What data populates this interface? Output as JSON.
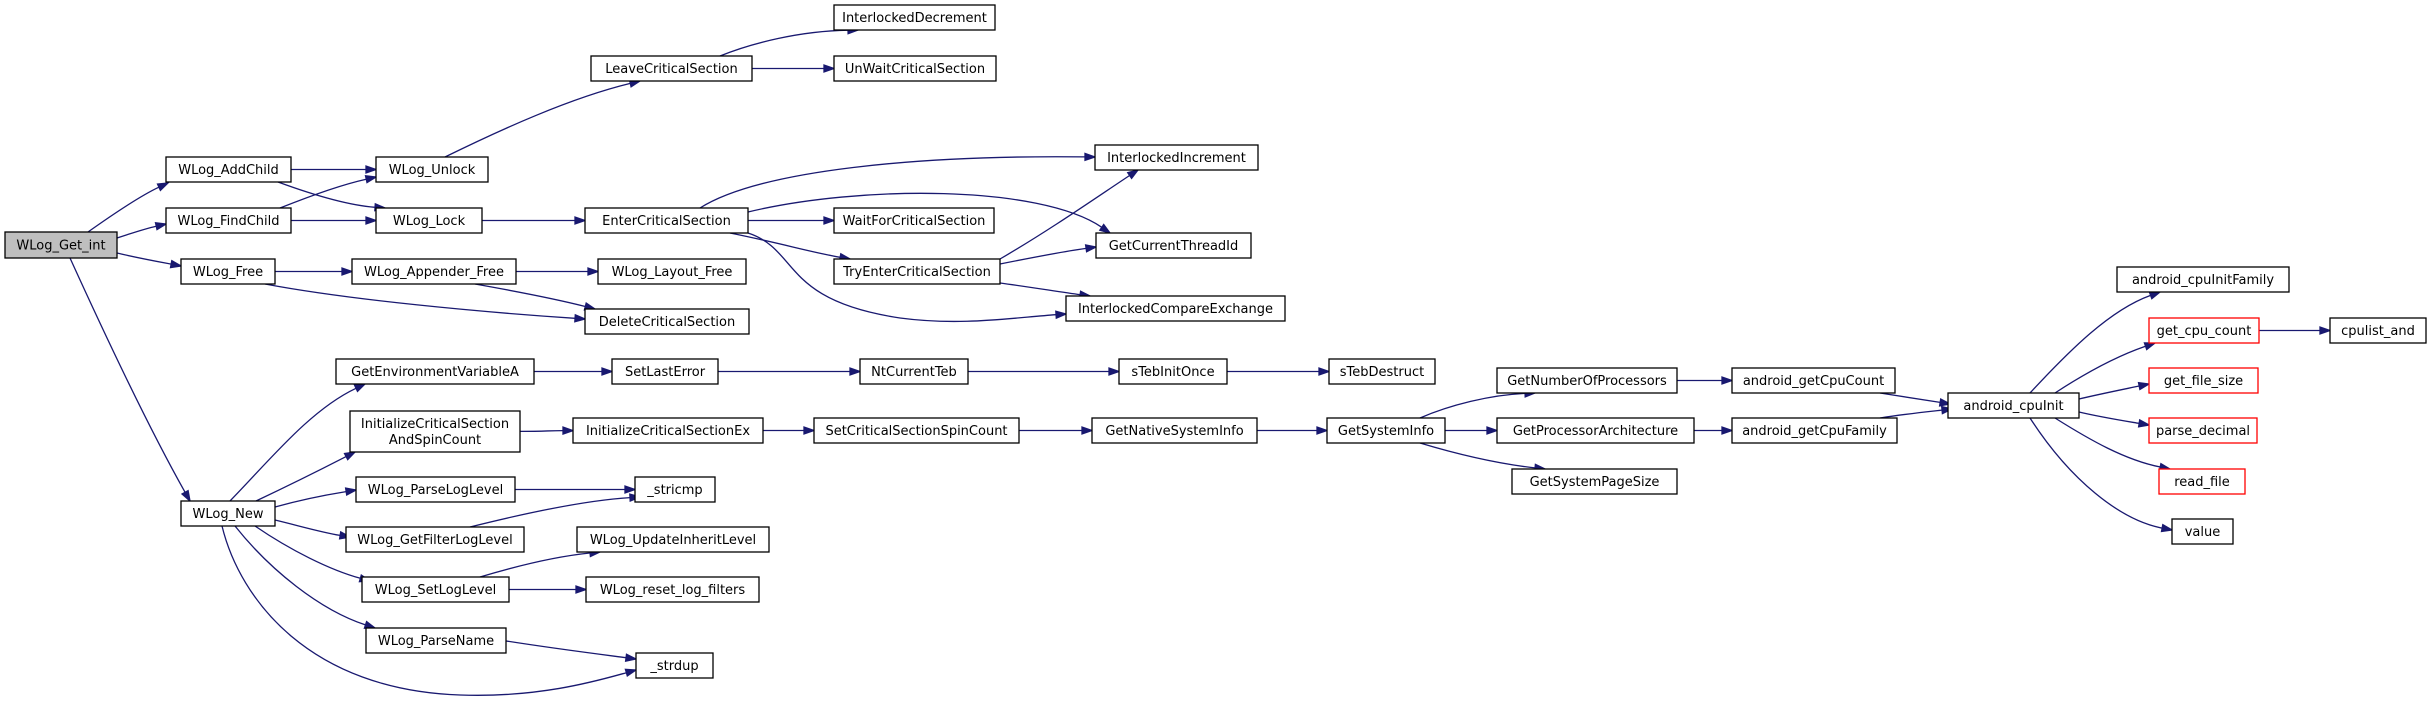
{
  "graph": {
    "nodes": {
      "wlog_get_int": {
        "label": "WLog_Get_int",
        "style": "root"
      },
      "wlog_addchild": {
        "label": "WLog_AddChild"
      },
      "wlog_findchild": {
        "label": "WLog_FindChild"
      },
      "wlog_free": {
        "label": "WLog_Free"
      },
      "wlog_new": {
        "label": "WLog_New"
      },
      "wlog_unlock": {
        "label": "WLog_Unlock"
      },
      "wlog_lock": {
        "label": "WLog_Lock"
      },
      "leavecriticalsection": {
        "label": "LeaveCriticalSection"
      },
      "interlockeddecrement": {
        "label": "InterlockedDecrement"
      },
      "unwaitcriticalsection": {
        "label": "UnWaitCriticalSection"
      },
      "entercriticalsection": {
        "label": "EnterCriticalSection"
      },
      "interlockedincrement": {
        "label": "InterlockedIncrement"
      },
      "waitforcriticalsection": {
        "label": "WaitForCriticalSection"
      },
      "getcurrentthreadid": {
        "label": "GetCurrentThreadId"
      },
      "tryentercriticalsection": {
        "label": "TryEnterCriticalSection"
      },
      "interlockedcompareexchange": {
        "label": "InterlockedCompareExchange"
      },
      "wlog_appender_free": {
        "label": "WLog_Appender_Free"
      },
      "wlog_layout_free": {
        "label": "WLog_Layout_Free"
      },
      "deletecriticalsection": {
        "label": "DeleteCriticalSection"
      },
      "getenvironmentvariablea": {
        "label": "GetEnvironmentVariableA"
      },
      "setlasterror": {
        "label": "SetLastError"
      },
      "ntcurrentteb": {
        "label": "NtCurrentTeb"
      },
      "steb_init_once": {
        "label": "sTebInitOnce"
      },
      "steb_destruct": {
        "label": "sTebDestruct"
      },
      "initcs_spincount": {
        "label": "InitializeCriticalSection\nAndSpinCount"
      },
      "initcs_ex": {
        "label": "InitializeCriticalSectionEx"
      },
      "setcs_spincount": {
        "label": "SetCriticalSectionSpinCount"
      },
      "getnativesysteminfo": {
        "label": "GetNativeSystemInfo"
      },
      "getsysteminfo": {
        "label": "GetSystemInfo"
      },
      "getnumberofprocessors": {
        "label": "GetNumberOfProcessors"
      },
      "getprocessorarchitecture": {
        "label": "GetProcessorArchitecture"
      },
      "getsystempagesize": {
        "label": "GetSystemPageSize"
      },
      "android_getcpucount": {
        "label": "android_getCpuCount"
      },
      "android_getcpufamily": {
        "label": "android_getCpuFamily"
      },
      "android_cpuinit": {
        "label": "android_cpuInit"
      },
      "android_cpuinitfamily": {
        "label": "android_cpuInitFamily"
      },
      "get_cpu_count": {
        "label": "get_cpu_count",
        "style": "truncated"
      },
      "cpulist_and": {
        "label": "cpulist_and"
      },
      "get_file_size": {
        "label": "get_file_size",
        "style": "truncated"
      },
      "parse_decimal": {
        "label": "parse_decimal",
        "style": "truncated"
      },
      "read_file": {
        "label": "read_file",
        "style": "truncated"
      },
      "value": {
        "label": "value"
      },
      "wlog_parseloglevel": {
        "label": "WLog_ParseLogLevel"
      },
      "stricmp": {
        "label": "_stricmp"
      },
      "wlog_getfilterloglevel": {
        "label": "WLog_GetFilterLogLevel"
      },
      "wlog_updateinheritlevel": {
        "label": "WLog_UpdateInheritLevel"
      },
      "wlog_setloglevel": {
        "label": "WLog_SetLogLevel"
      },
      "wlog_reset_log_filters": {
        "label": "WLog_reset_log_filters"
      },
      "wlog_parsename": {
        "label": "WLog_ParseName"
      },
      "strdup": {
        "label": "_strdup"
      }
    },
    "edges": [
      [
        "wlog_get_int",
        "wlog_addchild"
      ],
      [
        "wlog_get_int",
        "wlog_findchild"
      ],
      [
        "wlog_get_int",
        "wlog_free"
      ],
      [
        "wlog_get_int",
        "wlog_new"
      ],
      [
        "wlog_addchild",
        "wlog_unlock"
      ],
      [
        "wlog_addchild",
        "wlog_lock"
      ],
      [
        "wlog_findchild",
        "wlog_unlock"
      ],
      [
        "wlog_findchild",
        "wlog_lock"
      ],
      [
        "wlog_unlock",
        "leavecriticalsection"
      ],
      [
        "leavecriticalsection",
        "interlockeddecrement"
      ],
      [
        "leavecriticalsection",
        "unwaitcriticalsection"
      ],
      [
        "wlog_lock",
        "entercriticalsection"
      ],
      [
        "entercriticalsection",
        "interlockedincrement"
      ],
      [
        "entercriticalsection",
        "getcurrentthreadid"
      ],
      [
        "entercriticalsection",
        "waitforcriticalsection"
      ],
      [
        "entercriticalsection",
        "tryentercriticalsection"
      ],
      [
        "entercriticalsection",
        "interlockedcompareexchange"
      ],
      [
        "tryentercriticalsection",
        "interlockedincrement"
      ],
      [
        "tryentercriticalsection",
        "getcurrentthreadid"
      ],
      [
        "tryentercriticalsection",
        "interlockedcompareexchange"
      ],
      [
        "wlog_free",
        "wlog_appender_free"
      ],
      [
        "wlog_free",
        "deletecriticalsection"
      ],
      [
        "wlog_appender_free",
        "wlog_layout_free"
      ],
      [
        "wlog_appender_free",
        "deletecriticalsection"
      ],
      [
        "wlog_new",
        "getenvironmentvariablea"
      ],
      [
        "wlog_new",
        "initcs_spincount"
      ],
      [
        "wlog_new",
        "wlog_parseloglevel"
      ],
      [
        "wlog_new",
        "wlog_getfilterloglevel"
      ],
      [
        "wlog_new",
        "wlog_setloglevel"
      ],
      [
        "wlog_new",
        "wlog_parsename"
      ],
      [
        "wlog_new",
        "strdup"
      ],
      [
        "getenvironmentvariablea",
        "setlasterror"
      ],
      [
        "setlasterror",
        "ntcurrentteb"
      ],
      [
        "ntcurrentteb",
        "steb_init_once"
      ],
      [
        "steb_init_once",
        "steb_destruct"
      ],
      [
        "initcs_spincount",
        "initcs_ex"
      ],
      [
        "initcs_ex",
        "setcs_spincount"
      ],
      [
        "setcs_spincount",
        "getnativesysteminfo"
      ],
      [
        "getnativesysteminfo",
        "getsysteminfo"
      ],
      [
        "getsysteminfo",
        "getnumberofprocessors"
      ],
      [
        "getsysteminfo",
        "getprocessorarchitecture"
      ],
      [
        "getsysteminfo",
        "getsystempagesize"
      ],
      [
        "getnumberofprocessors",
        "android_getcpucount"
      ],
      [
        "getprocessorarchitecture",
        "android_getcpufamily"
      ],
      [
        "android_getcpucount",
        "android_cpuinit"
      ],
      [
        "android_getcpufamily",
        "android_cpuinit"
      ],
      [
        "android_cpuinit",
        "android_cpuinitfamily"
      ],
      [
        "android_cpuinit",
        "get_cpu_count"
      ],
      [
        "android_cpuinit",
        "get_file_size"
      ],
      [
        "android_cpuinit",
        "parse_decimal"
      ],
      [
        "android_cpuinit",
        "read_file"
      ],
      [
        "android_cpuinit",
        "value"
      ],
      [
        "get_cpu_count",
        "cpulist_and"
      ],
      [
        "wlog_parseloglevel",
        "stricmp"
      ],
      [
        "wlog_getfilterloglevel",
        "stricmp"
      ],
      [
        "wlog_setloglevel",
        "wlog_updateinheritlevel"
      ],
      [
        "wlog_setloglevel",
        "wlog_reset_log_filters"
      ],
      [
        "wlog_parsename",
        "strdup"
      ]
    ]
  },
  "colors": {
    "edge": "#191970",
    "node_border": "#000000",
    "root_fill": "#bfbfbf",
    "truncated_border": "#ff0000"
  }
}
